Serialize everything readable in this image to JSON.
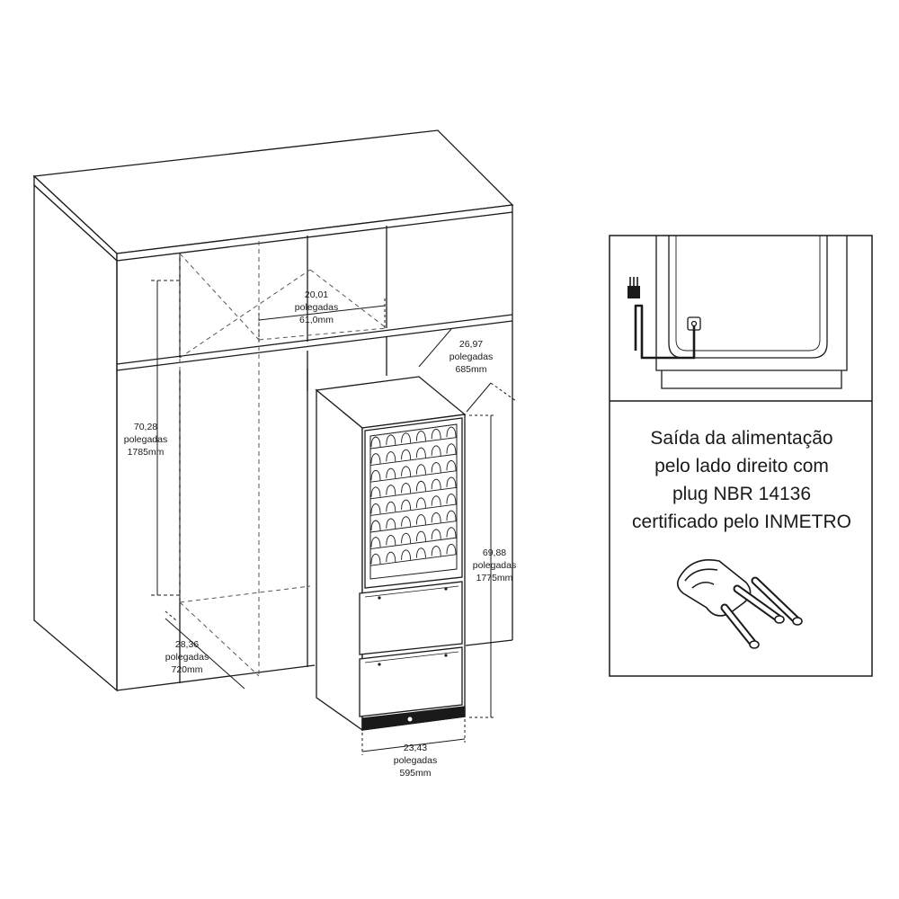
{
  "dimensions": {
    "niche_width": {
      "inches": "20,01",
      "unit_label": "polegadas",
      "mm": "61,0mm"
    },
    "niche_height": {
      "inches": "70,28",
      "unit_label": "polegadas",
      "mm": "1785mm"
    },
    "niche_depth": {
      "inches": "28,36",
      "unit_label": "polegadas",
      "mm": "720mm"
    },
    "product_depth": {
      "inches": "26,97",
      "unit_label": "polegadas",
      "mm": "685mm"
    },
    "product_height": {
      "inches": "69,88",
      "unit_label": "polegadas",
      "mm": "1775mm"
    },
    "product_width": {
      "inches": "23,43",
      "unit_label": "polegadas",
      "mm": "595mm"
    }
  },
  "power_note": {
    "lines": [
      "Saída da alimentação",
      "pelo lado direito com",
      "plug NBR 14136",
      "certificado pelo INMETRO"
    ]
  },
  "icons": [
    "wine-cooler-drawing",
    "cabinet-drawing",
    "power-cord-icon",
    "nbr-plug-icon"
  ],
  "colors": {
    "line": "#1a1a1a",
    "guide": "#555555",
    "background": "#ffffff"
  }
}
